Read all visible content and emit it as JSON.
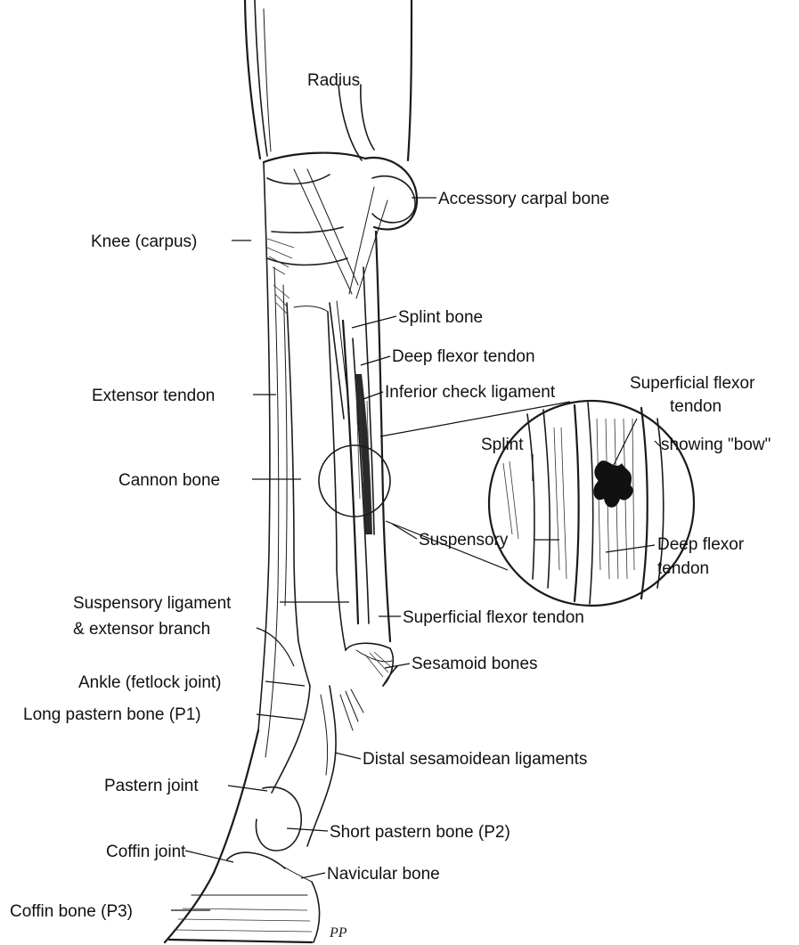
{
  "labels": {
    "radius": "Radius",
    "accessory_carpal_bone": "Accessory carpal bone",
    "knee": "Knee (carpus)",
    "splint_bone": "Splint bone",
    "deep_flexor_tendon": "Deep flexor tendon",
    "extensor_tendon": "Extensor tendon",
    "inferior_check_ligament": "Inferior check ligament",
    "cannon_bone": "Cannon bone",
    "suspensory_ligament_line1": "Suspensory ligament",
    "suspensory_ligament_line2": "& extensor branch",
    "superficial_flexor_tendon": "Superficial flexor tendon",
    "sesamoid_bones": "Sesamoid bones",
    "ankle": "Ankle (fetlock joint)",
    "long_pastern_bone": "Long pastern bone (P1)",
    "distal_sesamoidean_ligaments": "Distal sesamoidean ligaments",
    "pastern_joint": "Pastern joint",
    "short_pastern_bone": "Short pastern bone (P2)",
    "coffin_joint": "Coffin joint",
    "navicular_bone": "Navicular bone",
    "coffin_bone": "Coffin bone (P3)"
  },
  "inset": {
    "superficial_flexor_line1": "Superficial flexor",
    "superficial_flexor_line2": "tendon",
    "splint": "Splint",
    "showing_bow": "showing \"bow\"",
    "suspensory": "Suspensory",
    "deep_flexor_line1": "Deep flexor",
    "deep_flexor_line2": "tendon"
  },
  "signature": "PP"
}
